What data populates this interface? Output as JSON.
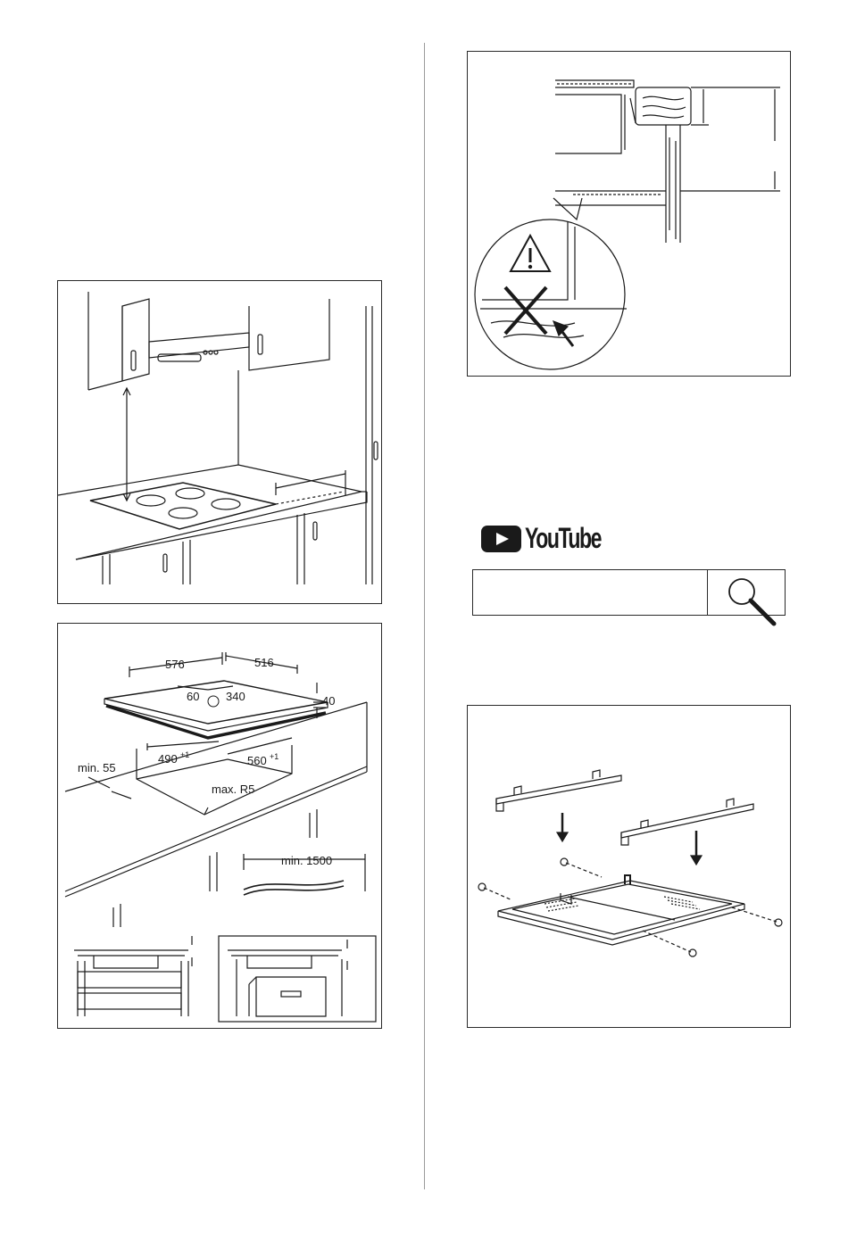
{
  "youtube": {
    "label": "YouTube",
    "search_value": "",
    "search_placeholder": ""
  },
  "figure_dimensions": {
    "hob_width": "576",
    "hob_depth": "516",
    "cable_offset": "60",
    "cable_pos": "340",
    "hob_height": "40",
    "cutout_width": "490",
    "cutout_width_tol": "+1",
    "cutout_depth": "560",
    "cutout_depth_tol": "+1",
    "min_edge": "min. 55",
    "corner_radius": "max. R5",
    "cable_length": "min. 1500"
  },
  "colors": {
    "line": "#1a1a1a",
    "frame": "#2a2a2a",
    "divider": "#9a9a9a"
  }
}
